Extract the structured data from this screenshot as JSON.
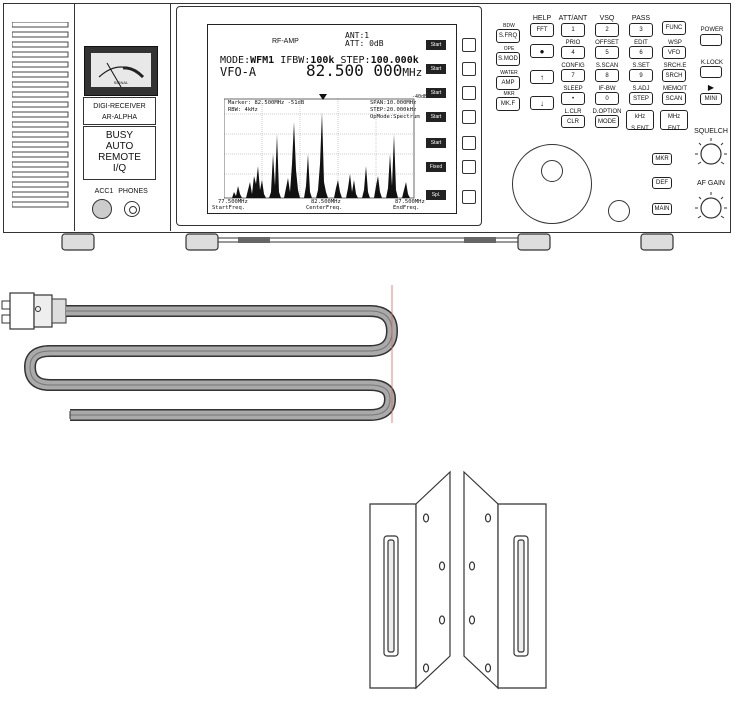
{
  "meter": {
    "label": "SIGNAL"
  },
  "brand": {
    "line1": "DIGI-RECEIVER",
    "line2": "AR-ALPHA"
  },
  "status": {
    "busy": "BUSY",
    "auto": "AUTO",
    "remote": "REMOTE",
    "iq": "I/Q"
  },
  "jacks": {
    "acc1": "ACC1",
    "phones": "PHONES"
  },
  "screen": {
    "rf_amp": "RF-AMP",
    "ant": "ANT:1",
    "att": "ATT: 0dB",
    "mode_label": "MODE:",
    "mode_value": "WFM1",
    "ifbw_label": "IFBW:",
    "ifbw_value": "100k",
    "step_label": "STEP:",
    "step_value": "100.000k",
    "vfo": "VFO-A",
    "freq": "82.500 000",
    "freq_unit": "MHz",
    "marker": "Marker: 82.500MHz  -51dB",
    "rbw": "RBW: 4kHz",
    "ref_level": "-40dB",
    "span": "SPAN:10.000MHz",
    "span_step": "STEP:20.000kHz",
    "opmode": "OpMode:Spectrum",
    "start_freq": "77.500MHz",
    "center_freq": "82.500MHz",
    "end_freq": "87.500MHz",
    "start_label": "StartFreq.",
    "center_label": "CenterFreq.",
    "end_label": "EndFreq.",
    "softkeys": [
      "Start",
      "Start",
      "Start",
      "Start",
      "Start",
      "Fixed",
      "Spl."
    ]
  },
  "keys": {
    "row_a": [
      {
        "top": "BDW",
        "key": "S.FRQ"
      },
      {
        "top": "OPE",
        "key": "S.MOD"
      },
      {
        "top": "WATER",
        "key": "AMP"
      },
      {
        "top": "MKR",
        "key": "MK.F"
      }
    ],
    "row_b": [
      {
        "top": "HELP",
        "key": "FFT"
      },
      {
        "top": "",
        "key": "●"
      },
      {
        "top": "",
        "key": "↑"
      },
      {
        "top": "",
        "key": "↓"
      }
    ],
    "row_c": [
      {
        "top": "ATT/ANT",
        "key": "1"
      },
      {
        "top": "PRIO",
        "key": "4"
      },
      {
        "top": "CONFIG",
        "key": "7"
      },
      {
        "top": "SLEEP",
        "key": "•"
      }
    ],
    "row_d": [
      {
        "top": "VSQ",
        "key": "2"
      },
      {
        "top": "OFFSET",
        "key": "5"
      },
      {
        "top": "S.SCAN",
        "key": "8"
      },
      {
        "top": "IF-BW",
        "key": "0"
      }
    ],
    "row_e": [
      {
        "top": "PASS",
        "key": "3"
      },
      {
        "top": "EDIT",
        "key": "6"
      },
      {
        "top": "S.SET",
        "key": "9"
      },
      {
        "top": "S.ADJ",
        "key": "STEP"
      }
    ],
    "row_f": [
      {
        "top": "",
        "key": "FUNC"
      },
      {
        "top": "WSP",
        "key": "VFO"
      },
      {
        "top": "SRCH.E",
        "key": "SRCH"
      },
      {
        "top": "MEMO/T",
        "key": "SCAN"
      }
    ],
    "bottom_row": [
      {
        "top": "L.CLR",
        "key": "CLR"
      },
      {
        "top": "D.OPTION",
        "key": "MODE"
      }
    ],
    "khz": {
      "key": "kHz",
      "sub": "S.ENT"
    },
    "mhz": {
      "key": "MHz",
      "sub": "ENT"
    },
    "power": "POWER",
    "lock": "K.LOCK",
    "mini": "MINI",
    "mkr": "MKR",
    "def": "DEF",
    "main": "MAIN",
    "squelch": "SQUELCH",
    "af_gain": "AF GAIN"
  }
}
